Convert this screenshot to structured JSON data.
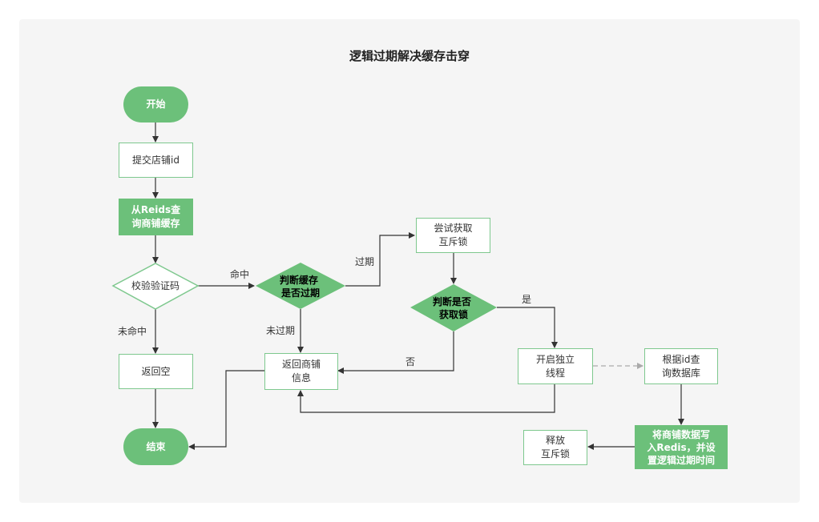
{
  "title": "逻辑过期解决缓存击穿",
  "colors": {
    "fill": "#6cc07a",
    "stroke": "#7ec88e",
    "line": "#333333",
    "dashed": "#aaaaaa"
  },
  "nodes": {
    "start": "开始",
    "submit": "提交店铺id",
    "query_redis": "从Reids查\n询商铺缓存",
    "check": "校验验证码",
    "judge_expire": "判断缓存\n是否过期",
    "try_lock": "尝试获取\n互斥锁",
    "judge_lock": "判断是否\n获取锁",
    "return_empty": "返回空",
    "return_shop": "返回商铺\n信息",
    "open_thread": "开启独立\n线程",
    "query_db": "根据id查\n询数据库",
    "write_redis": "将商铺数据写\n入Redis，并设\n置逻辑过期时间",
    "release": "释放\n互斥锁",
    "end": "结束"
  },
  "edge_labels": {
    "hit": "命中",
    "miss": "未命中",
    "expired": "过期",
    "not_expired": "未过期",
    "yes": "是",
    "no": "否"
  }
}
